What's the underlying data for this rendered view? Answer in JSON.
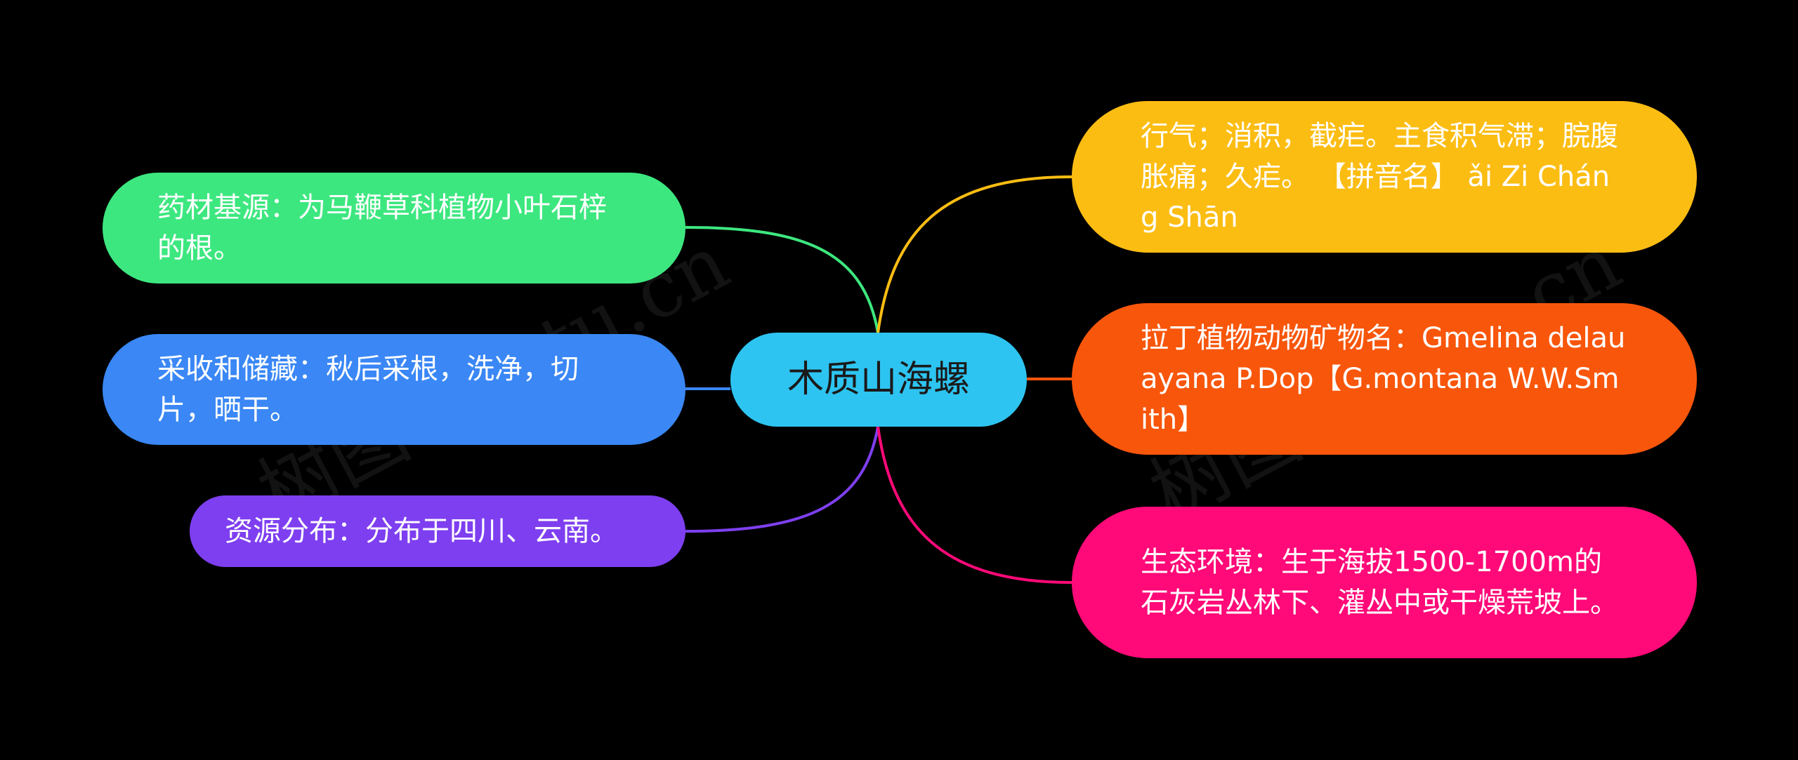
{
  "mindmap": {
    "root": {
      "label": "木质山海螺",
      "color": "#2ec4f1"
    },
    "left_branches": [
      {
        "label": "药材基源：为马鞭草科植物小叶石梓的根。",
        "color": "#3de77f"
      },
      {
        "label": "采收和储藏：秋后采根，洗净，切片，晒干。",
        "color": "#3a87f5"
      },
      {
        "label": "资源分布：分布于四川、云南。",
        "color": "#7e3ff0"
      }
    ],
    "right_branches": [
      {
        "label": "行气；消积，截疟。主食积气滞；脘腹胀痛；久疟。 【拼音名】 ǎi Zi Cháng Shān",
        "color": "#fcbd13"
      },
      {
        "label": "拉丁植物动物矿物名：Gmelina delauayana P.Dop【G.montana W.W.Smith】",
        "color": "#f8560b"
      },
      {
        "label": "生态环境：生于海拔1500-1700m的石灰岩丛林下、灌丛中或干燥荒坡上。",
        "color": "#ff0a78"
      }
    ]
  },
  "watermark": {
    "text": "树图 shutu.cn"
  }
}
